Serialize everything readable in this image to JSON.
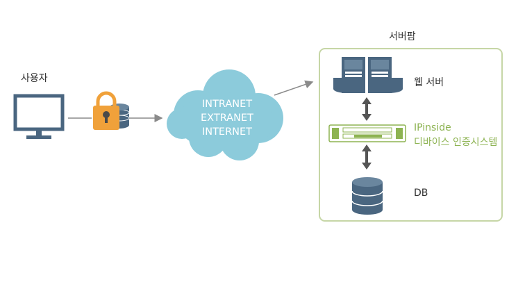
{
  "user_label": "사용자",
  "server_farm_label": "서버팜",
  "cloud_lines": [
    "INTRANET",
    "EXTRANET",
    "INTERNET"
  ],
  "web_server_label": "웹 서버",
  "auth_system": {
    "line1": "IPinside",
    "line2": "디바이스 인증시스템"
  },
  "db_label": "DB",
  "colors": {
    "monitor": "#4a6680",
    "lock": "#f0a13a",
    "cloud": "#8ccbdb",
    "server_dark": "#4a6680",
    "frame": "#c6d6a6",
    "accent_green": "#8db352"
  }
}
